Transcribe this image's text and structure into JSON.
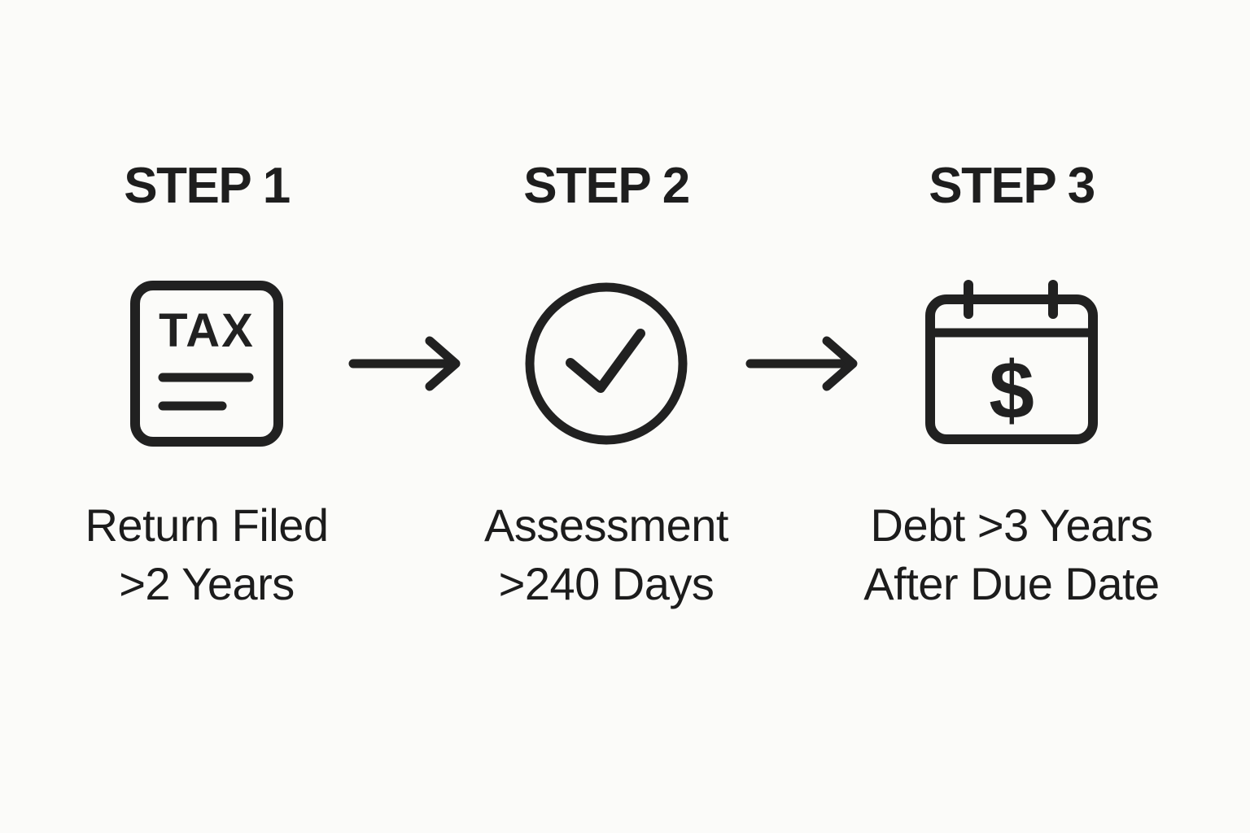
{
  "colors": {
    "background": "#fbfbf9",
    "ink": "#212121"
  },
  "steps": [
    {
      "title": "STEP 1",
      "icon": "tax-document-icon",
      "icon_text": "TAX",
      "label_line1": "Return Filed",
      "label_line2": ">2 Years"
    },
    {
      "title": "STEP 2",
      "icon": "check-circle-icon",
      "label_line1": "Assessment",
      "label_line2": ">240 Days"
    },
    {
      "title": "STEP 3",
      "icon": "calendar-dollar-icon",
      "icon_text": "$",
      "label_line1": "Debt >3 Years",
      "label_line2": "After Due Date"
    }
  ]
}
